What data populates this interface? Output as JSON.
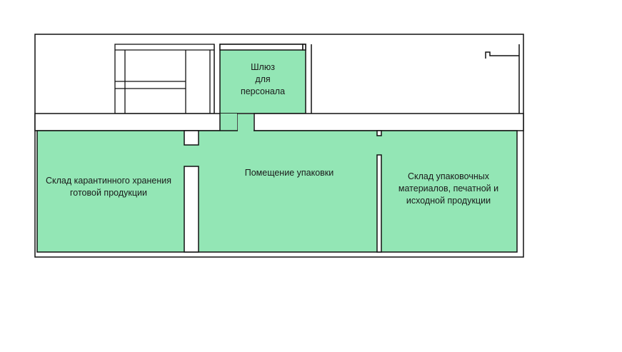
{
  "floor_plan": {
    "colors": {
      "room_fill": "#93e6b5",
      "wall": "#111111",
      "background": "#ffffff"
    },
    "rooms": [
      {
        "id": "airlock",
        "label_lines": [
          "Шлюз",
          "для",
          "персонала"
        ]
      },
      {
        "id": "quarantine",
        "label_lines": [
          "Склад карантинного хранения",
          "готовой продукции"
        ]
      },
      {
        "id": "packing",
        "label_lines": [
          "Помещение упаковки"
        ]
      },
      {
        "id": "materials",
        "label_lines": [
          "Склад упаковочных",
          "материалов, печатной и",
          "исходной продукции"
        ]
      }
    ]
  }
}
